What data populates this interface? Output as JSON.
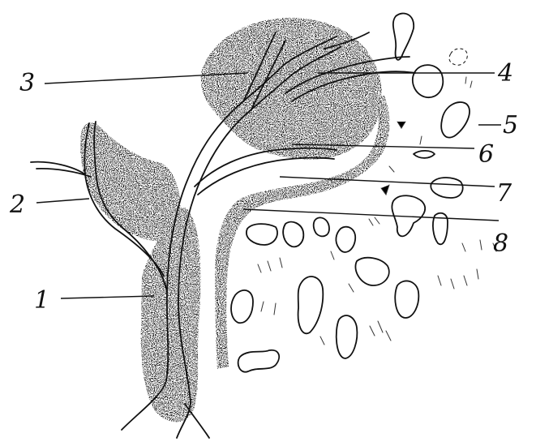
{
  "labels": [
    {
      "id": "1",
      "text": "1"
    },
    {
      "id": "2",
      "text": "2"
    },
    {
      "id": "3",
      "text": "3"
    },
    {
      "id": "4",
      "text": "4"
    },
    {
      "id": "5",
      "text": "5"
    },
    {
      "id": "6",
      "text": "6"
    },
    {
      "id": "7",
      "text": "7"
    },
    {
      "id": "8",
      "text": "8"
    }
  ],
  "colors": {
    "ink": "#111111",
    "paper": "#ffffff"
  }
}
